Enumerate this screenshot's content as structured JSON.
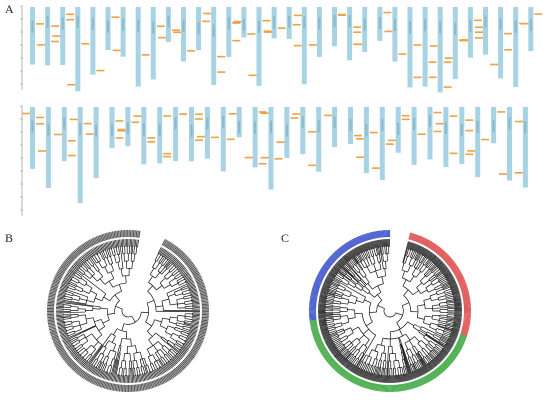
{
  "figure": {
    "panels": [
      {
        "id": "A",
        "label": "A"
      },
      {
        "id": "B",
        "label": "B"
      },
      {
        "id": "C",
        "label": "C"
      }
    ]
  },
  "colors": {
    "chromosome": "#a7d3e4",
    "gene": "#f2a040",
    "branch": "#111111",
    "group_red": "#e05a5a",
    "group_blue": "#4a5fd0",
    "group_green": "#4caf50",
    "axis": "#888888"
  }
}
